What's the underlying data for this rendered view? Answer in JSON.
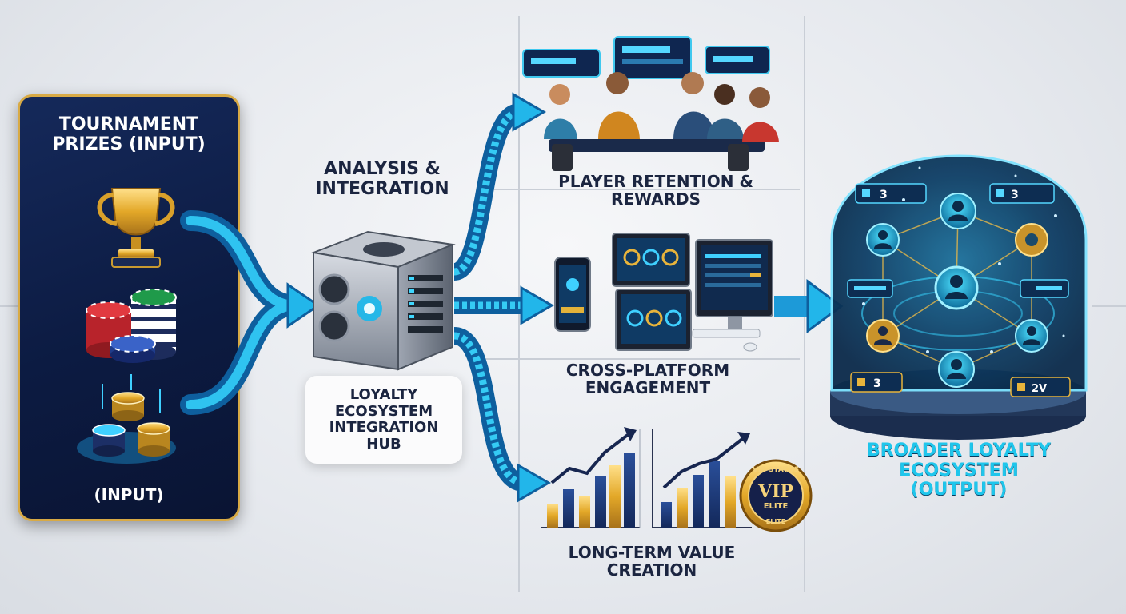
{
  "input_panel": {
    "title": "TOURNAMENT PRIZES (INPUT)",
    "bottom_label": "(INPUT)"
  },
  "analysis_label": "ANALYSIS & INTEGRATION",
  "hub_label": "LOYALTY ECOSYSTEM INTEGRATION HUB",
  "outputs": {
    "retention_label": "PLAYER RETENTION & REWARDS",
    "cross_platform_label": "CROSS-PLATFORM ENGAGEMENT",
    "long_term_label": "LONG-TERM VALUE CREATION",
    "vip_badge": {
      "top": "VIP STATUS",
      "main": "VIP",
      "sub": "ELITE",
      "bottom": "ELITE"
    }
  },
  "ecosystem": {
    "label": "BROADER LOYALTY ECOSYSTEM (OUTPUT)",
    "card_values": [
      "3",
      "3",
      "3",
      "2V"
    ]
  },
  "colors": {
    "navy": "#0c1b42",
    "gold": "#d8aa45",
    "cyan": "#2fd0f0",
    "flow": "#1aa8e0",
    "label_dark": "#1b2540"
  },
  "icons": [
    "trophy-icon",
    "poker-chips-icon",
    "gold-coins-icon",
    "server-cube-icon",
    "user-icon",
    "bar-chart-icon",
    "vip-badge-icon"
  ]
}
